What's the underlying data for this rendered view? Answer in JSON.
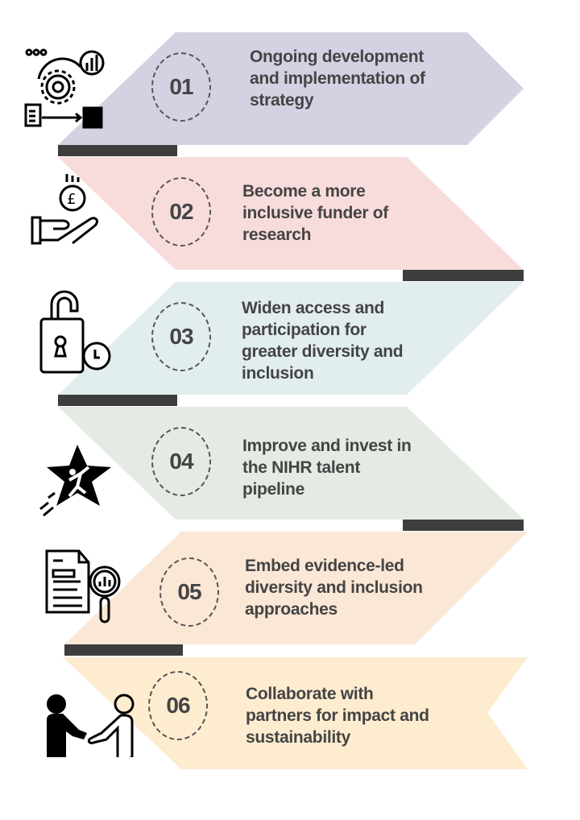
{
  "steps": [
    {
      "number": "01",
      "text": "Ongoing development and implementation of strategy",
      "color": "#d3d2e3",
      "icon": "strategy-cycle-icon"
    },
    {
      "number": "02",
      "text": "Become a more inclusive funder of research",
      "color": "#f8dcdc",
      "icon": "hand-pound-coin-icon"
    },
    {
      "number": "03",
      "text": "Widen access and participation for greater diversity and inclusion",
      "color": "#e2edef",
      "icon": "unlocked-padlock-clock-icon"
    },
    {
      "number": "04",
      "text": "Improve and invest in the NIHR talent pipeline",
      "color": "#e3ebe3",
      "icon": "star-runner-icon"
    },
    {
      "number": "05",
      "text": "Embed evidence-led diversity and inclusion approaches",
      "color": "#fbe7d6",
      "icon": "document-magnifier-icon"
    },
    {
      "number": "06",
      "text": "Collaborate with partners for impact and sustainability",
      "color": "#fdecd0",
      "icon": "handshake-people-icon"
    }
  ],
  "bar_color": "#3d3d3d"
}
